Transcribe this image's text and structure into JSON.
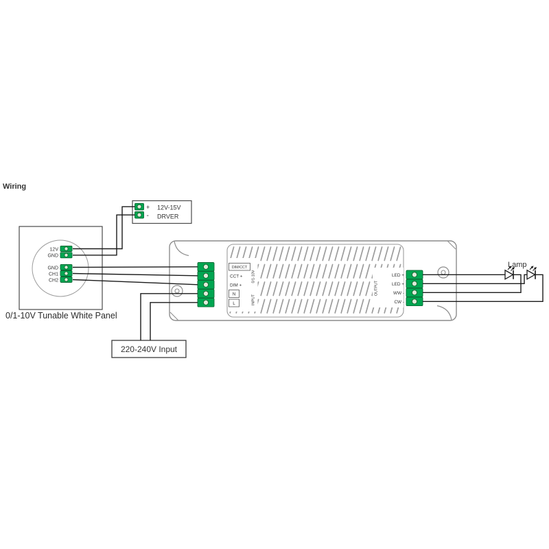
{
  "title": "Wiring",
  "panel": {
    "caption": "0/1-10V Tunable White Panel",
    "top_terminals": [
      "12V",
      "GND"
    ],
    "bottom_terminals": [
      "GND",
      "CH1",
      "CH2"
    ]
  },
  "aux_driver": {
    "plus": "+",
    "minus": "-",
    "voltage": "12V-15V",
    "name": "DRVER"
  },
  "driver": {
    "input": {
      "header": "DIM/CCT",
      "cct_label": "CCT +",
      "dim_label": "DIM +",
      "neutral": "N",
      "live": "L",
      "signal_range": "0/1-10V",
      "section": "INPUT"
    },
    "output": {
      "section": "OUTPUT",
      "labels": [
        "LED +",
        "LED +",
        "WW -",
        "CW -"
      ]
    }
  },
  "mains_label": "220-240V Input",
  "lamp_label": "Lamp",
  "colors": {
    "terminal_green": "#00a651",
    "terminal_screw": "#ddecd9",
    "wire": "#1a1a1a",
    "body_stroke": "#8c8c8c"
  }
}
